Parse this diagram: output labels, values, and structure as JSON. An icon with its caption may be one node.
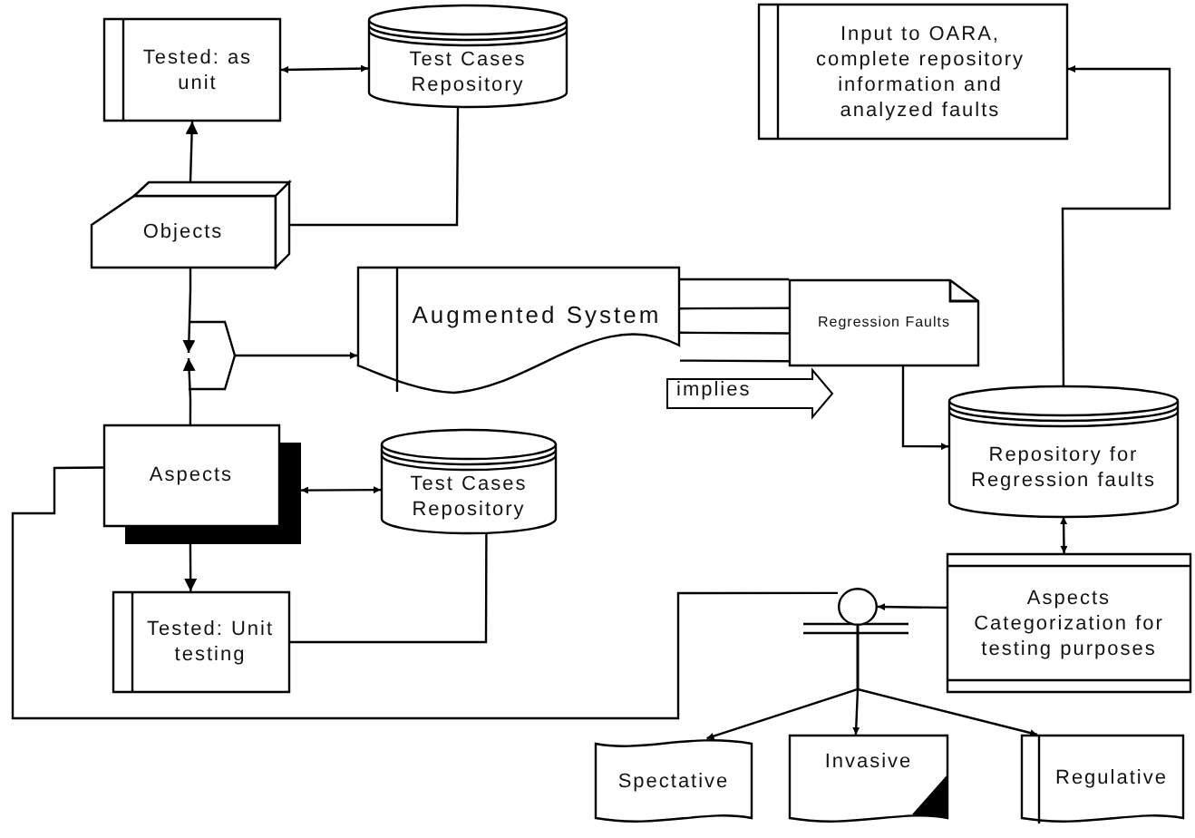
{
  "diagram": {
    "nodes": [
      {
        "text": [
          "Tested: as unit"
        ]
      },
      {
        "text": [
          "Test Cases Repository"
        ]
      },
      {
        "text": [
          "Objects"
        ]
      },
      {
        "text": [],
        "shape": "pentagon"
      },
      {
        "text": [
          "Augmented System"
        ]
      },
      {
        "text": [
          "Regression Faults"
        ]
      },
      {
        "text": [
          "Input to OARA, complete repository information and analyzed faults"
        ]
      },
      {
        "text": [
          "Repository for Regression faults"
        ]
      },
      {
        "text": [
          "Aspects"
        ]
      },
      {
        "text": [
          "Test Cases Repository"
        ]
      },
      {
        "text": [
          "Tested: Unit testing"
        ]
      },
      {
        "text": [
          "Aspects Categorization for testing purposes"
        ]
      },
      {
        "text": [],
        "shape": "circle"
      },
      {
        "text": [
          "Spectative"
        ]
      },
      {
        "text": [
          "Invasive"
        ]
      },
      {
        "text": [
          "Regulative"
        ]
      }
    ],
    "edges": [
      {
        "from": 2,
        "to": 0,
        "arrow": "to"
      },
      {
        "from": 0,
        "to": 1,
        "arrow": "both"
      },
      {
        "from": 1,
        "to": 2,
        "arrow": "none"
      },
      {
        "from": 2,
        "to": 3,
        "arrow": "to"
      },
      {
        "from": 8,
        "to": 3,
        "arrow": "to"
      },
      {
        "from": 3,
        "to": 4,
        "arrow": "to"
      },
      {
        "from": 4,
        "to": 5,
        "arrow": "none"
      },
      {
        "from": 4,
        "to": 5,
        "arrow": "none"
      },
      {
        "from": 4,
        "to": 5,
        "arrow": "none"
      },
      {
        "from": 4,
        "to": 5,
        "arrow": "none"
      },
      {
        "from": 5,
        "to": 7,
        "arrow": "to"
      },
      {
        "from": 7,
        "to": 6,
        "arrow": "to"
      },
      {
        "from": 7,
        "to": 11,
        "arrow": "both"
      },
      {
        "from": 11,
        "to": 12,
        "arrow": "to"
      },
      {
        "from": 8,
        "to": 12,
        "arrow": "none"
      },
      {
        "from": 8,
        "to": 9,
        "arrow": "both"
      },
      {
        "from": 8,
        "to": 10,
        "arrow": "to"
      },
      {
        "from": 9,
        "to": 10,
        "arrow": "none"
      },
      {
        "from": 12,
        "to": 13,
        "arrow": "to"
      },
      {
        "from": 12,
        "to": 14,
        "arrow": "to"
      },
      {
        "from": 12,
        "to": 15,
        "arrow": "to"
      }
    ],
    "labels": [
      "implies"
    ]
  }
}
